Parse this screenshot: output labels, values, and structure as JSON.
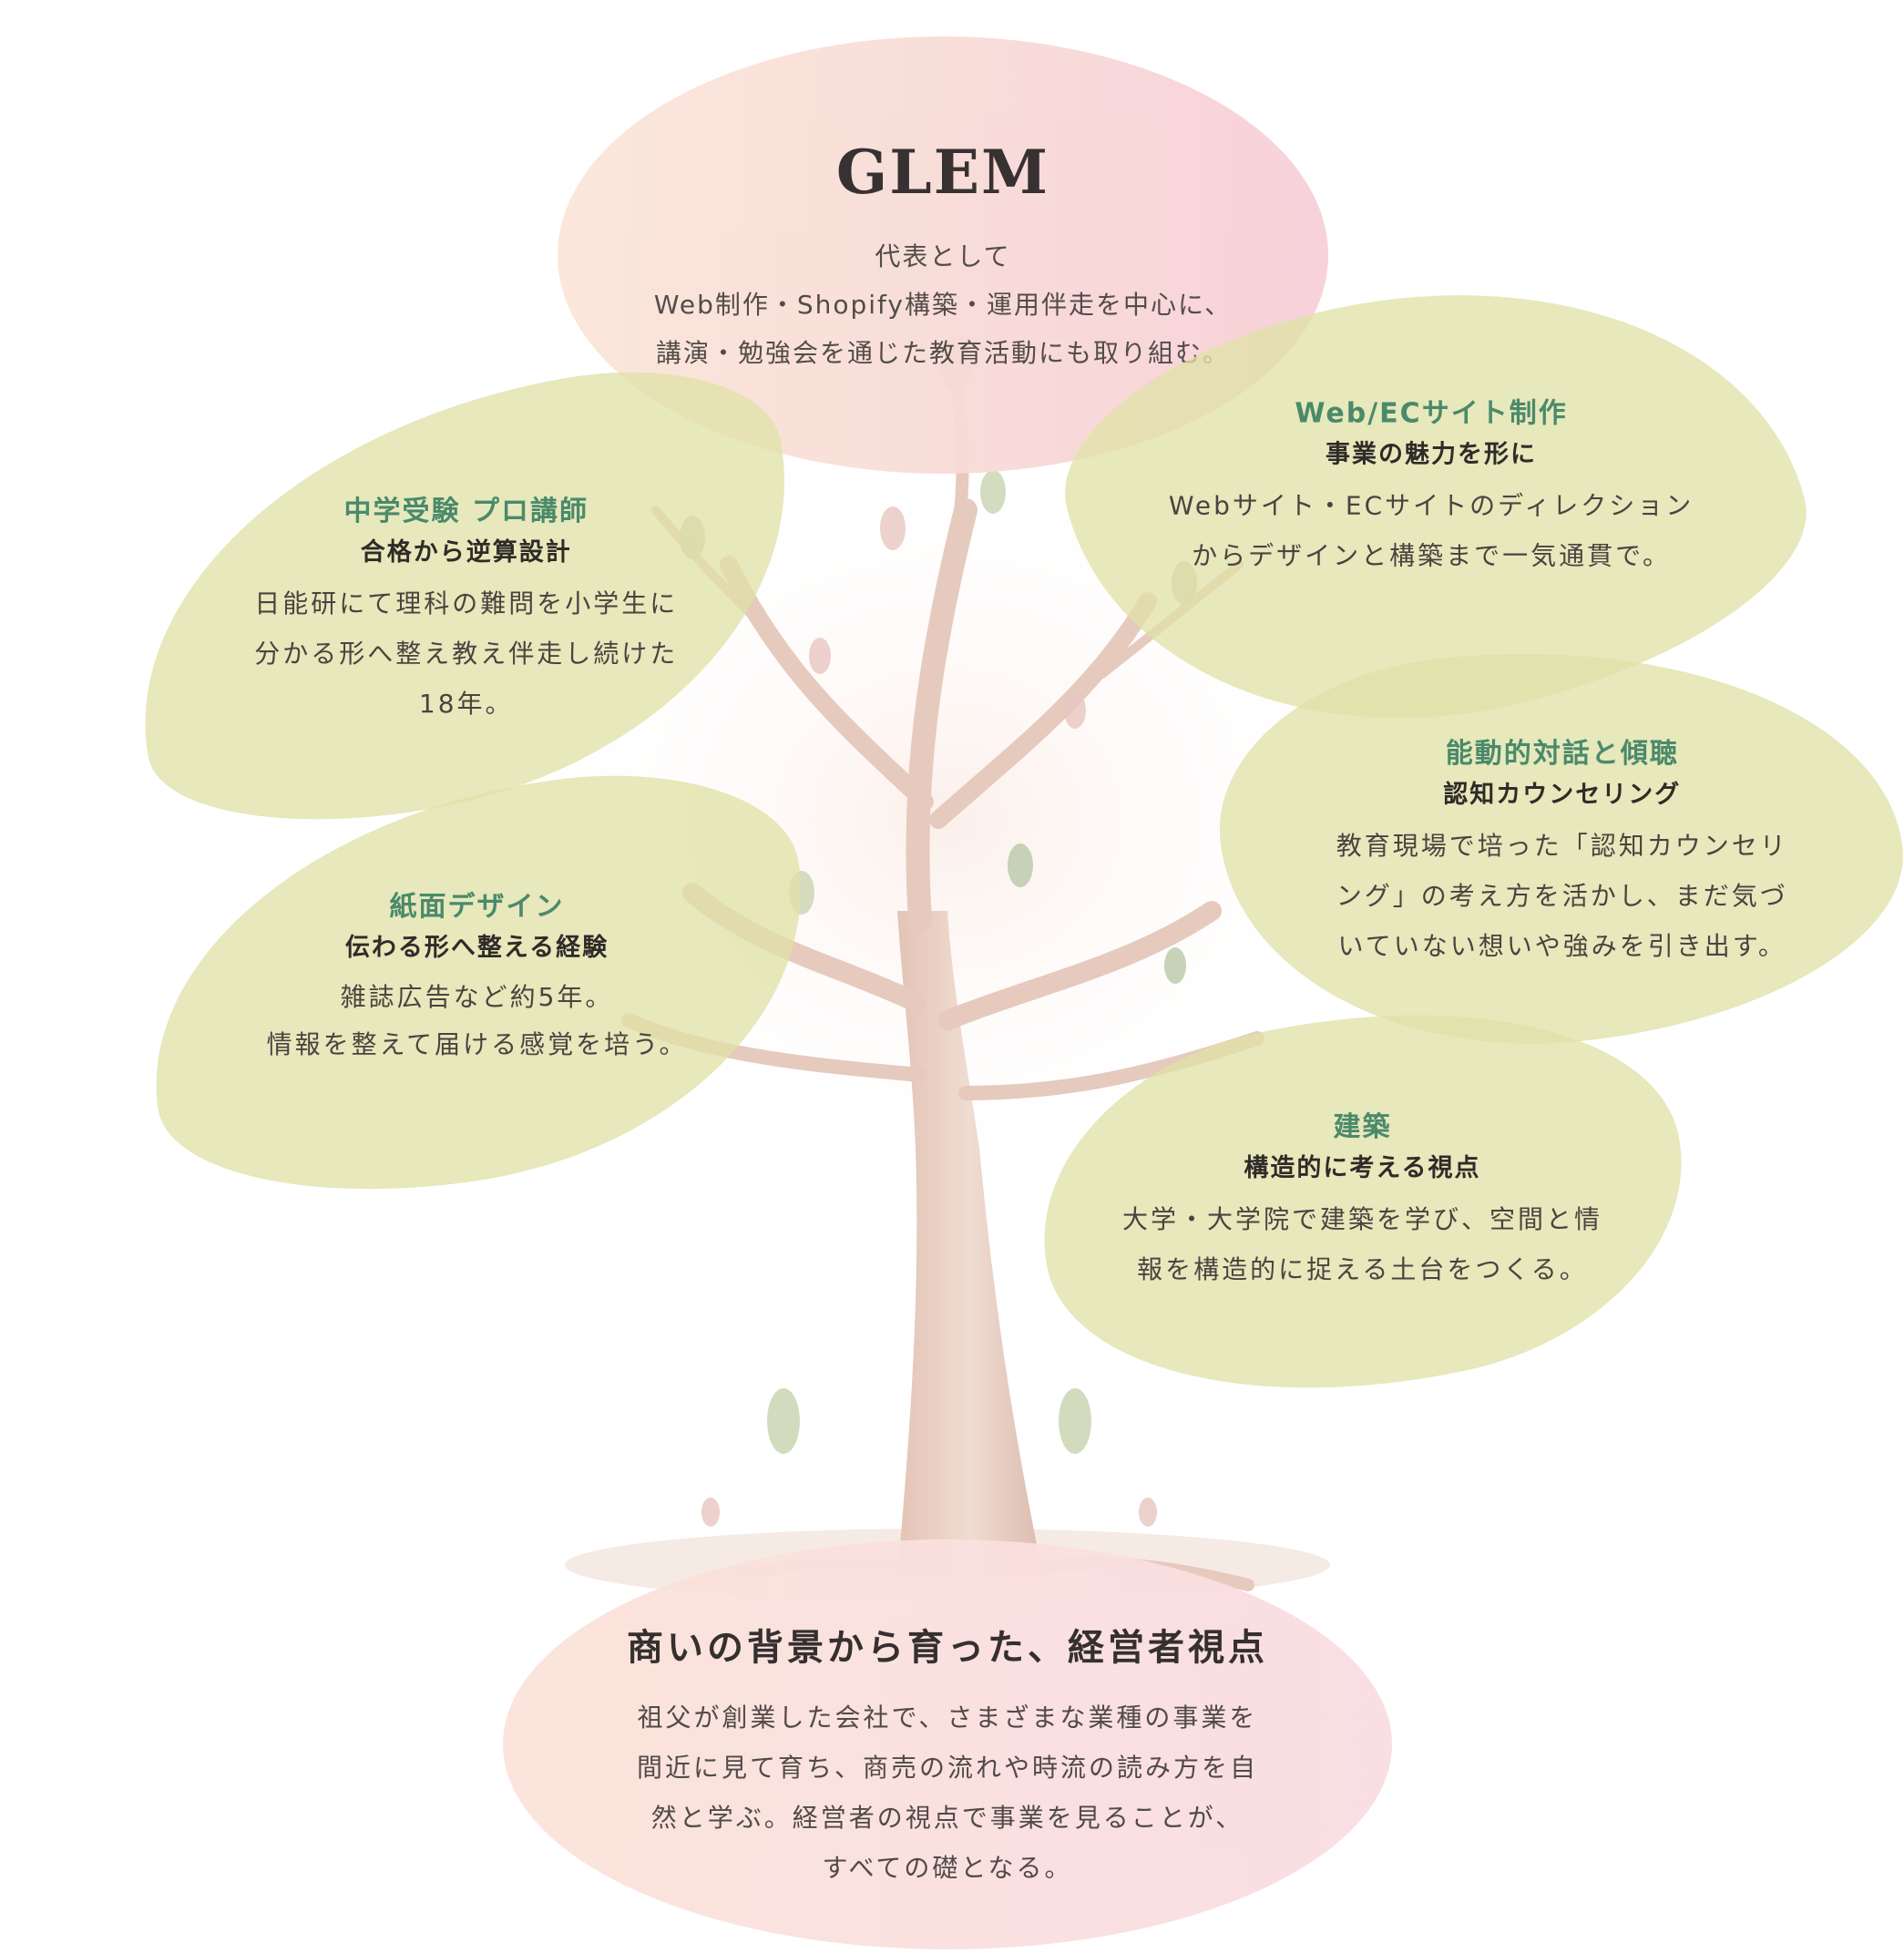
{
  "colors": {
    "leaf": "#e0e2a8",
    "heading_green": "#4a8a6a",
    "oval_peach": "#fbe6da",
    "oval_pink": "#f8cfd8",
    "trunk": "#e9cfc2",
    "text": "#4a4340"
  },
  "top": {
    "title": "GLEM",
    "lines": [
      "代表として",
      "Web制作・Shopify構築・運用伴走を中心に、",
      "講演・勉強会を通じた教育活動にも取り組む。"
    ]
  },
  "leaves": {
    "juken": {
      "heading": "中学受験 プロ講師",
      "sub": "合格から逆算設計",
      "lines": [
        "日能研にて理科の難問を小学生に",
        "分かる形へ整え教え伴走し続けた",
        "18年。"
      ]
    },
    "web": {
      "heading": "Web/ECサイト制作",
      "sub": "事業の魅力を形に",
      "lines": [
        "Webサイト・ECサイトのディレクション",
        "からデザインと構築まで一気通貫で。"
      ]
    },
    "taiwa": {
      "heading": "能動的対話と傾聴",
      "sub": "認知カウンセリング",
      "lines": [
        "教育現場で培った「認知カウンセリ",
        "ング」の考え方を活かし、まだ気づ",
        "いていない想いや強みを引き出す。"
      ]
    },
    "shimen": {
      "heading": "紙面デザイン",
      "sub": "伝わる形へ整える経験",
      "lines": [
        "雑誌広告など約5年。",
        "情報を整えて届ける感覚を培う。"
      ]
    },
    "kenchiku": {
      "heading": "建築",
      "sub": "構造的に考える視点",
      "lines": [
        "大学・大学院で建築を学び、空間と情",
        "報を構造的に捉える土台をつくる。"
      ]
    }
  },
  "bottom": {
    "title": "商いの背景から育った、経営者視点",
    "lines": [
      "祖父が創業した会社で、さまざまな業種の事業を",
      "間近に見て育ち、商売の流れや時流の読み方を自",
      "然と学ぶ。経営者の視点で事業を見ることが、",
      "すべての礎となる。"
    ]
  }
}
